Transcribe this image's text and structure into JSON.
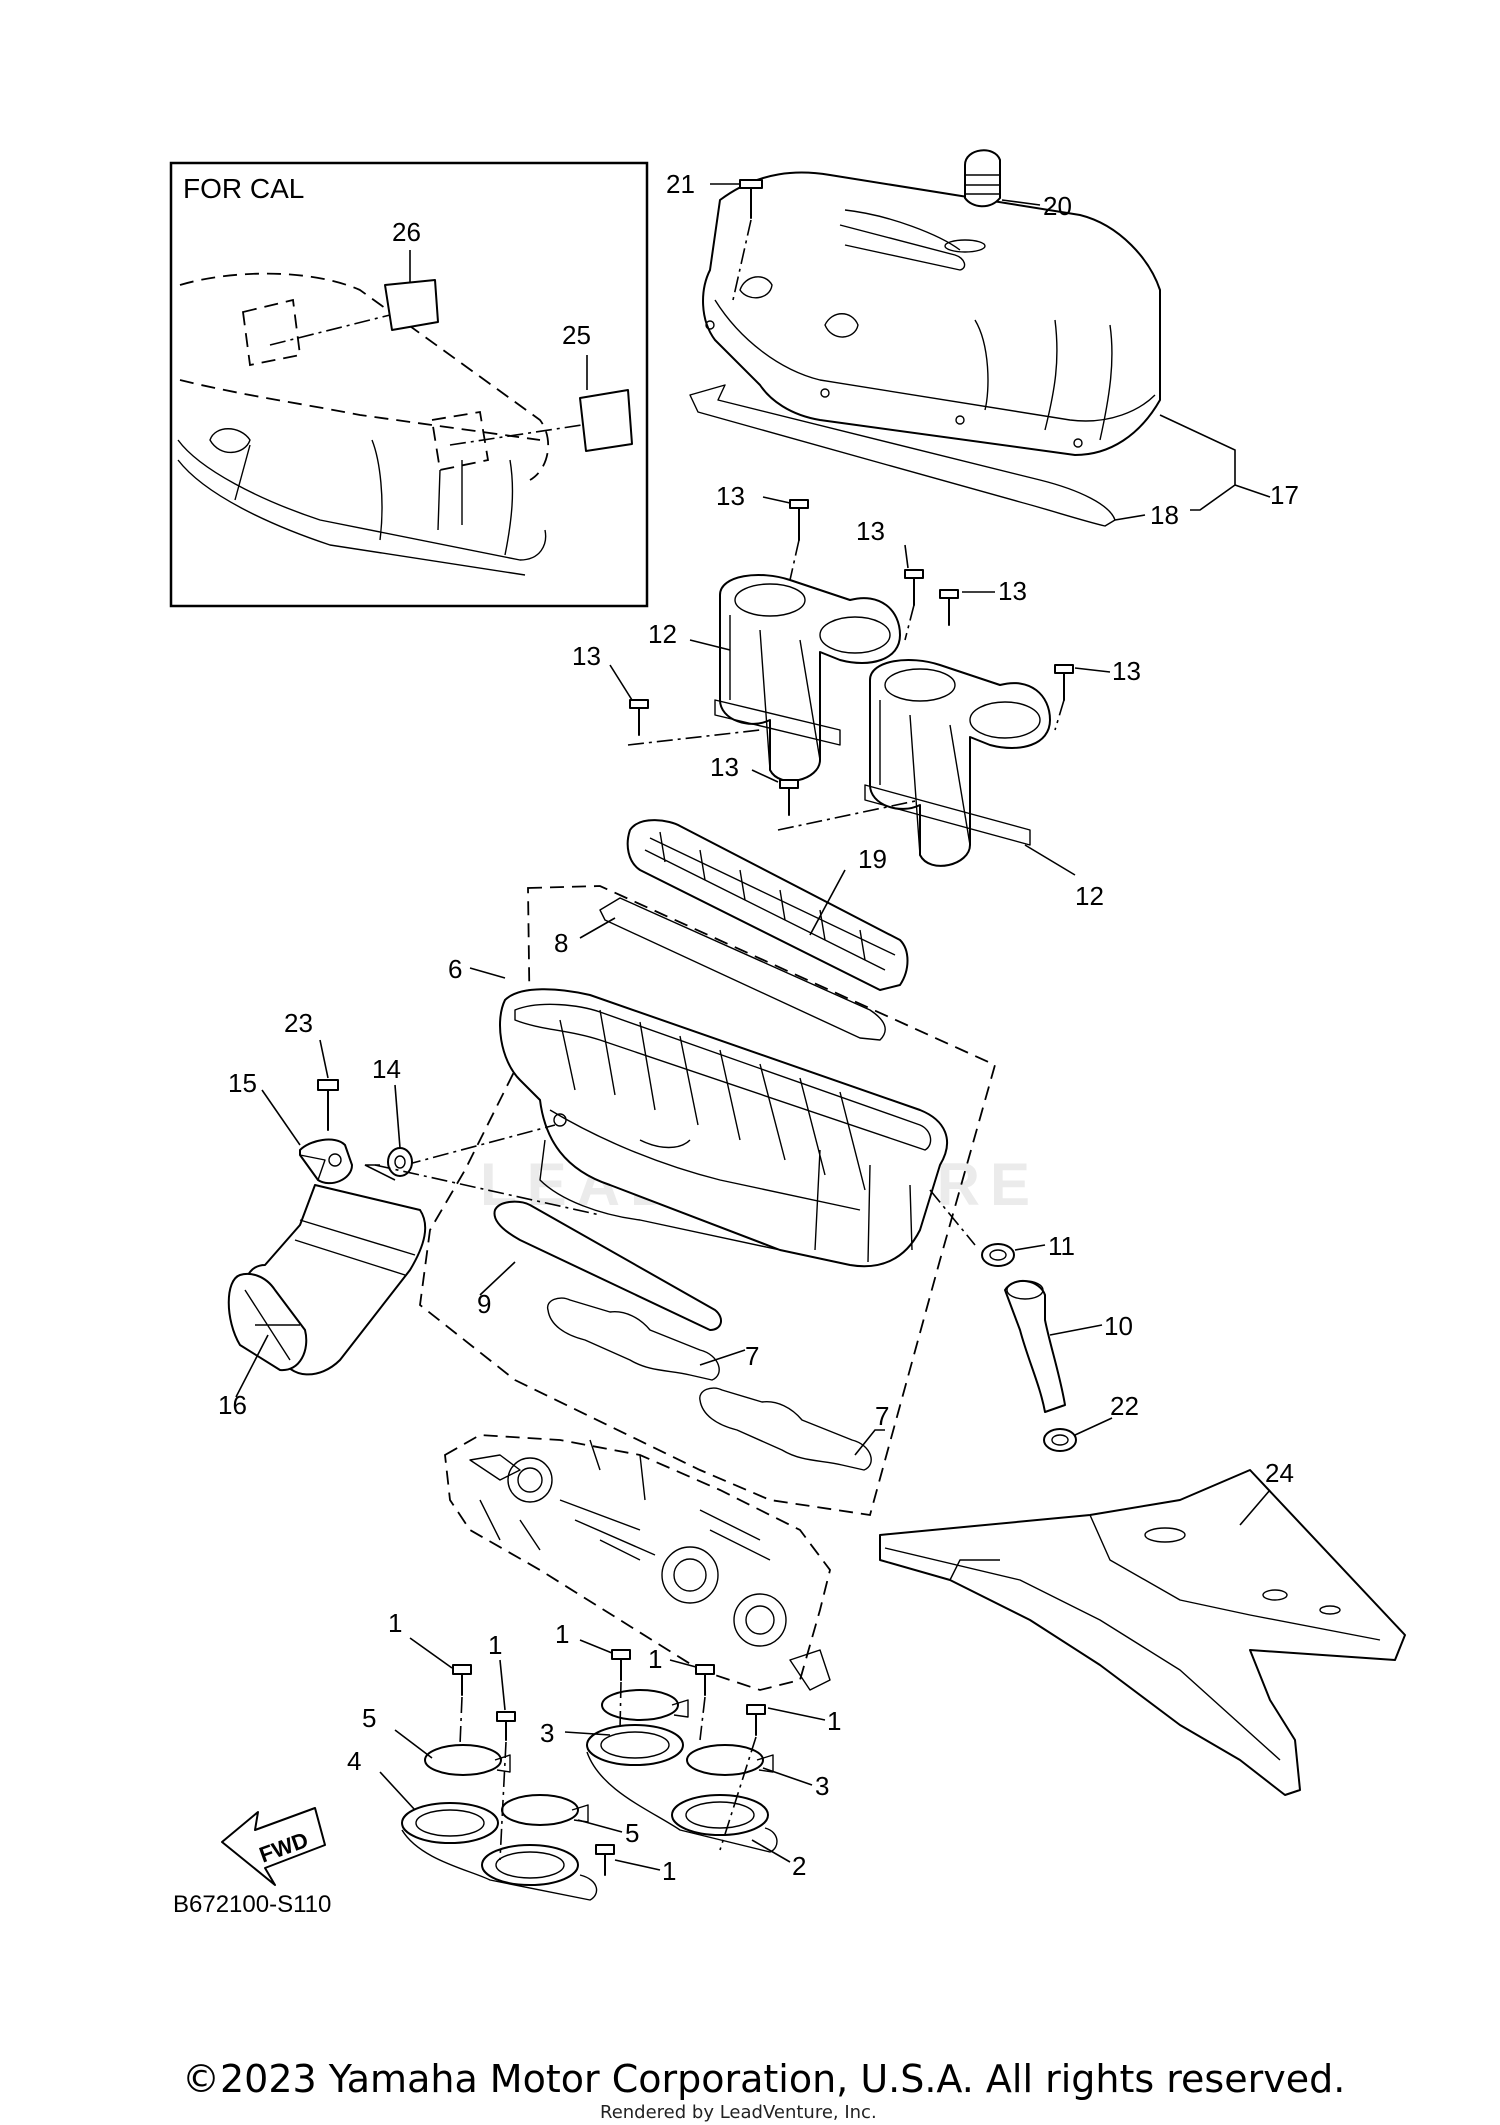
{
  "inset": {
    "title": "FOR CAL",
    "labels": [
      "26",
      "25"
    ]
  },
  "callouts": [
    "21",
    "20",
    "17",
    "18",
    "13",
    "13",
    "13",
    "12",
    "13",
    "13",
    "13",
    "12",
    "19",
    "8",
    "6",
    "23",
    "14",
    "15",
    "11",
    "10",
    "16",
    "9",
    "7",
    "7",
    "22",
    "24",
    "1",
    "1",
    "1",
    "1",
    "5",
    "3",
    "1",
    "4",
    "3",
    "5",
    "2",
    "1"
  ],
  "fwd_label": "FWD",
  "diagram_code": "B672100-S110",
  "watermark": "LEADVENTURE",
  "copyright": "©2023 Yamaha Motor Corporation, U.S.A. All rights reserved.",
  "rendered_by": "Rendered by LeadVenture, Inc."
}
